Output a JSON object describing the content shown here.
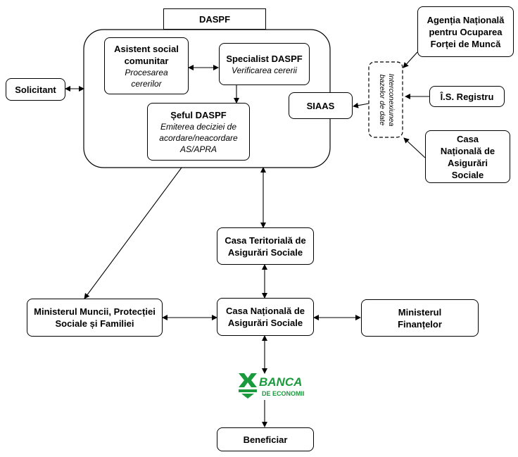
{
  "nodes": {
    "daspf": {
      "title": "DASPF"
    },
    "asistent": {
      "title": "Asistent social comunitar",
      "task": "Procesarea cererilor"
    },
    "specialist": {
      "title": "Specialist DASPF",
      "task": "Verificarea cererii"
    },
    "sef": {
      "title": "Șeful DASPF",
      "task": "Emiterea deciziei de acordare/neacordare AS/APRA"
    },
    "solicitant": {
      "title": "Solicitant"
    },
    "siaas": {
      "title": "SIAAS"
    },
    "interconexiune": {
      "label": "Interconexiunea bazelor de date"
    },
    "anofm": {
      "title": "Agenția Națională pentru Ocuparea Forței de Muncă"
    },
    "registru": {
      "title": "Î.S. Registru"
    },
    "cnas_right": {
      "title": "Casa Națională de Asigurări Sociale"
    },
    "ctas": {
      "title": "Casa Teritorială de Asigurări Sociale"
    },
    "cnas_center": {
      "title": "Casa Națională de Asigurări Sociale"
    },
    "ministerul_muncii": {
      "title": "Ministerul Muncii, Protecției Sociale și Familiei"
    },
    "ministerul_finantelor": {
      "title": "Ministerul Finanțelor"
    },
    "banca": {
      "line1": "BANCA",
      "line2": "DE ECONOMII"
    },
    "beneficiar": {
      "title": "Beneficiar"
    }
  },
  "colors": {
    "line": "#000000",
    "logo_green": "#1a9a3c"
  }
}
